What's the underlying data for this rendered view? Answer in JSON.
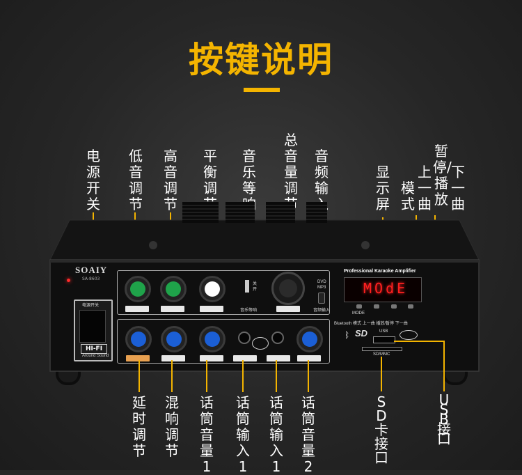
{
  "title": "按键说明",
  "top_labels": [
    {
      "id": "power",
      "text": "电源开关"
    },
    {
      "id": "bass",
      "text": "低音调节"
    },
    {
      "id": "treble",
      "text": "高音调节"
    },
    {
      "id": "balance",
      "text": "平衡调节"
    },
    {
      "id": "music_eq",
      "text": "音乐等响"
    },
    {
      "id": "master",
      "text": "总音量调节"
    },
    {
      "id": "audio_in",
      "text": "音频输入"
    },
    {
      "id": "display",
      "text": "显示屏"
    },
    {
      "id": "mode_prev_line1",
      "text": "上一曲"
    },
    {
      "id": "mode",
      "text": "模式"
    },
    {
      "id": "pause_play",
      "text": "暂停/播放"
    },
    {
      "id": "next",
      "text": "下一曲"
    }
  ],
  "bottom_labels": [
    {
      "id": "delay",
      "text": "延时调节"
    },
    {
      "id": "reverb",
      "text": "混响调节"
    },
    {
      "id": "mic_vol1",
      "text": "话筒音量1"
    },
    {
      "id": "mic_in1a",
      "text": "话筒输入1"
    },
    {
      "id": "mic_in1b",
      "text": "话筒输入1"
    },
    {
      "id": "mic_vol2",
      "text": "话筒音量2"
    },
    {
      "id": "sd",
      "text": "SD卡接口"
    },
    {
      "id": "usb",
      "text": "USB接口"
    }
  ],
  "device": {
    "brand": "SOAIY",
    "model": "SA-8603",
    "lcd_title": "Professional Karaoke Amplifier",
    "lcd_text": "MOdE",
    "hifi": "HI-FI",
    "surround": "Around Sound",
    "sd_label": "SD/MMC",
    "usb_label": "USB",
    "bt_row": "Bluetooth 模式 上一曲 播放/暂停 下一曲",
    "mode_btn": "MODE",
    "switch_on": "关",
    "switch_off": "开",
    "switch_caption": "音乐等响",
    "audio_caption": "音频输入",
    "dvd": "DVD",
    "mp3": "MP3",
    "power_label": "电源开关"
  },
  "colors": {
    "accent": "#f4b400",
    "bass_knob": "#1fa34a",
    "treble_knob": "#1fa34a",
    "balance_knob": "#ffffff",
    "blue_knob": "#1b5fd6",
    "lcd_red": "#ff2020"
  }
}
